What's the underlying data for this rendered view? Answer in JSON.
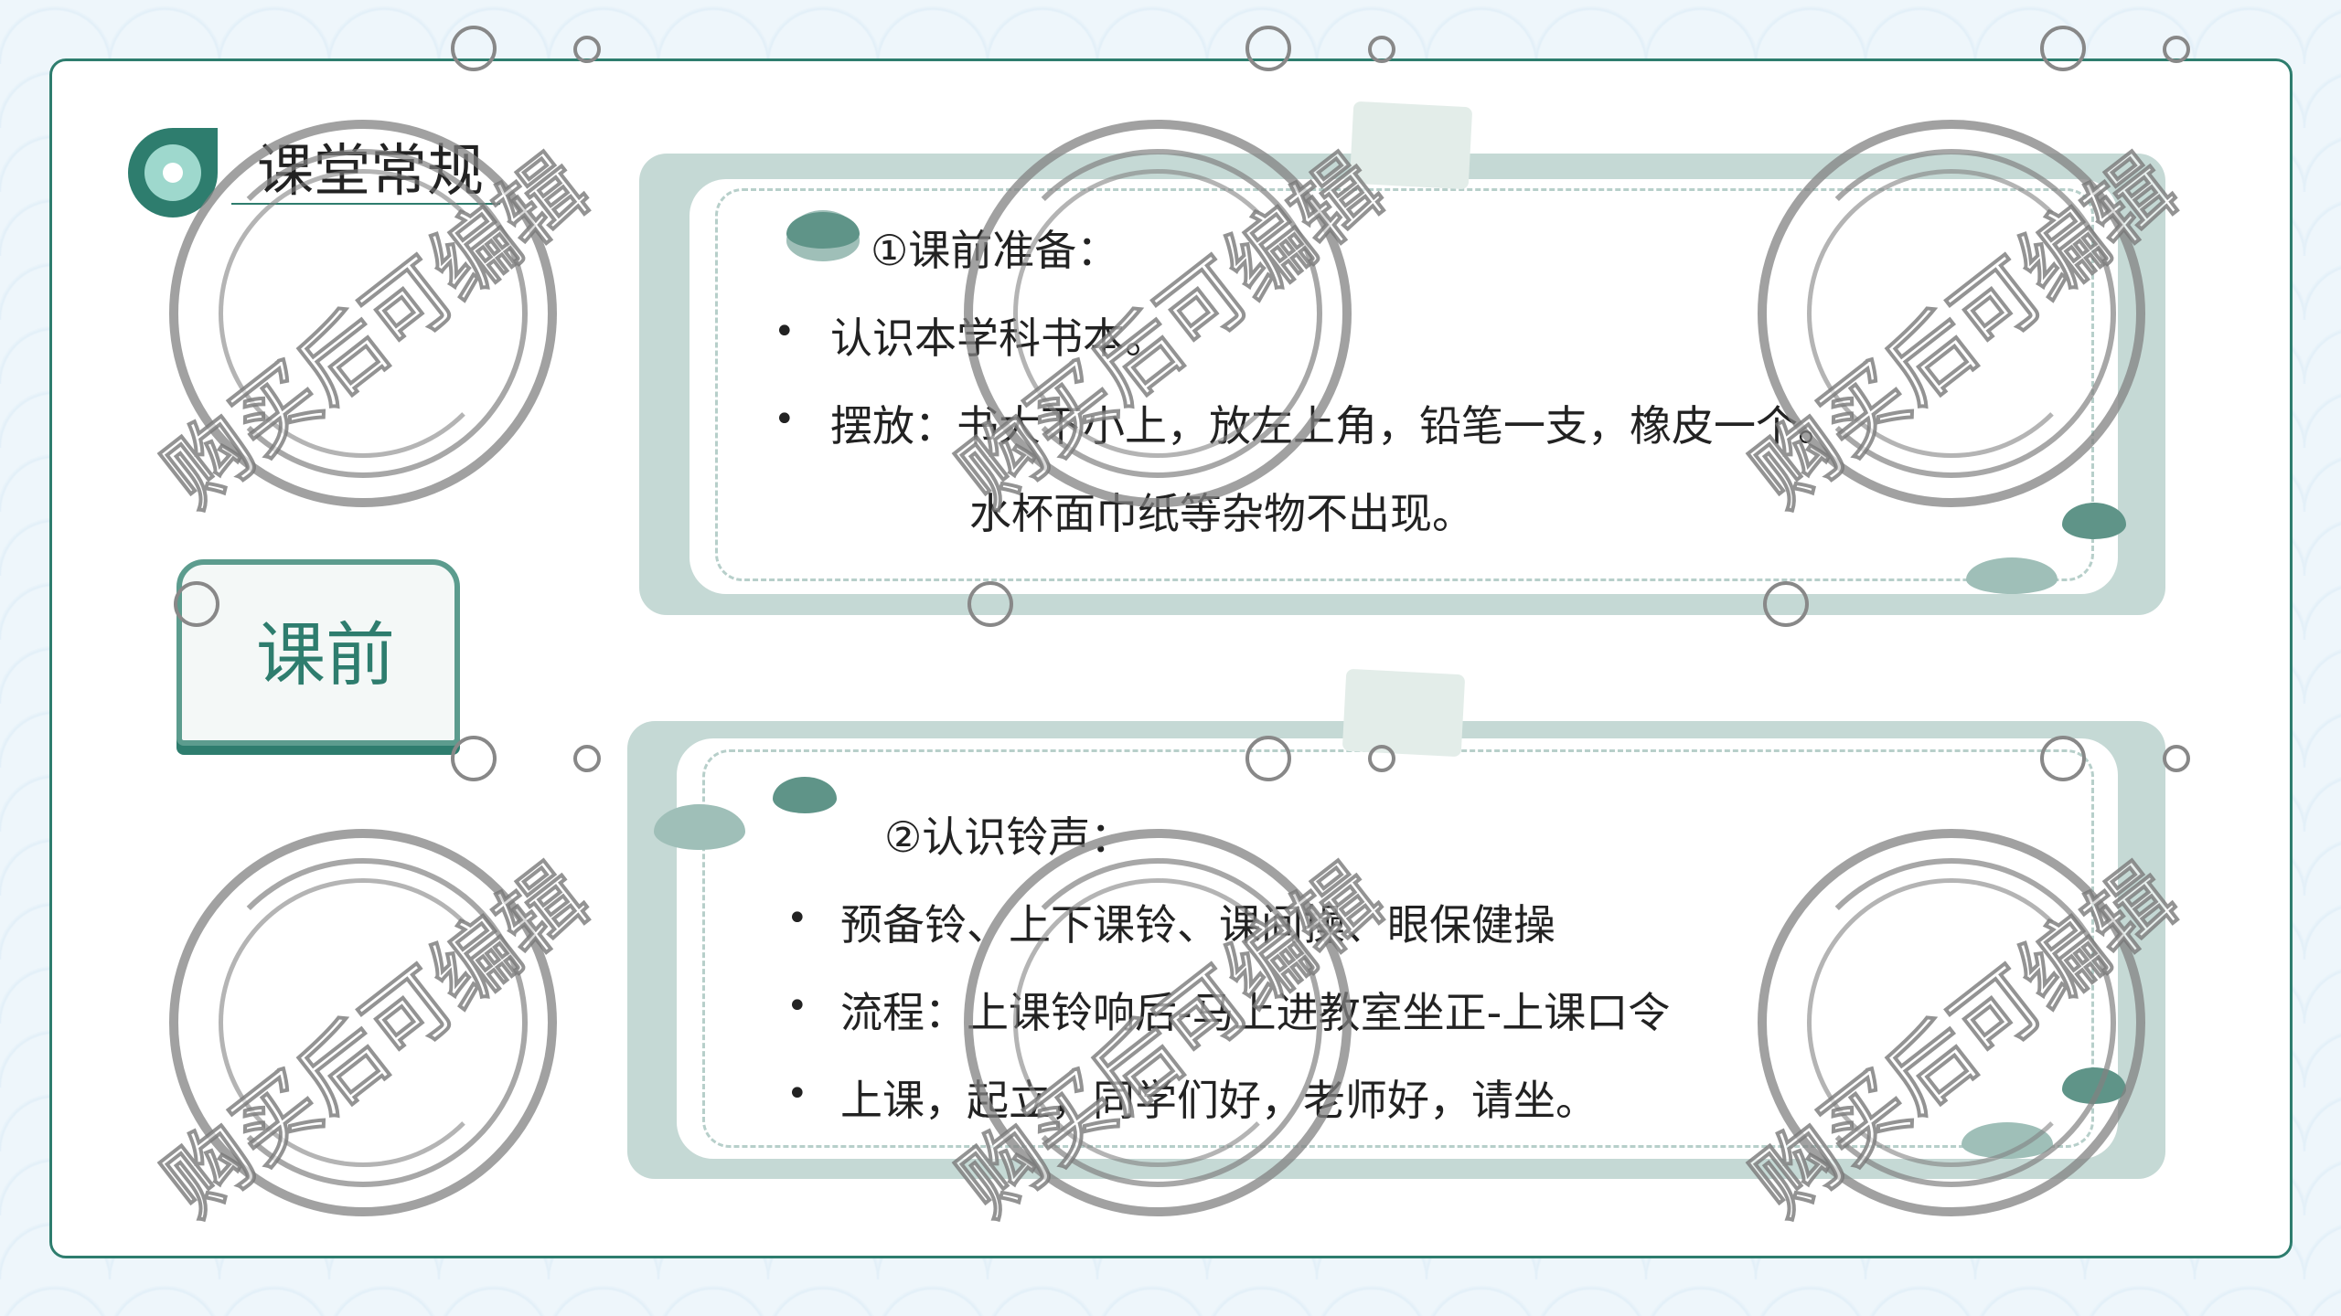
{
  "header": {
    "title": "课堂常规"
  },
  "section": {
    "label": "课前"
  },
  "card1": {
    "heading": "①课前准备：",
    "items": [
      "认识本学科书本。",
      "摆放：书大下小上，放左上角，铅笔一支，橡皮一个。"
    ],
    "continuation": "水杯面巾纸等杂物不出现。"
  },
  "card2": {
    "heading": "②认识铃声：",
    "items": [
      "预备铃、上下课铃、课间操、眼保健操",
      "流程：上课铃响后-马上进教室坐正-上课口令",
      "上课，起立，同学们好，老师好，请坐。"
    ]
  },
  "watermark": {
    "text": "购买后可编辑"
  },
  "bullet": "•",
  "colors": {
    "accent": "#2e7d6e",
    "panel": "#c5d9d5",
    "heart": "#5f9488"
  }
}
